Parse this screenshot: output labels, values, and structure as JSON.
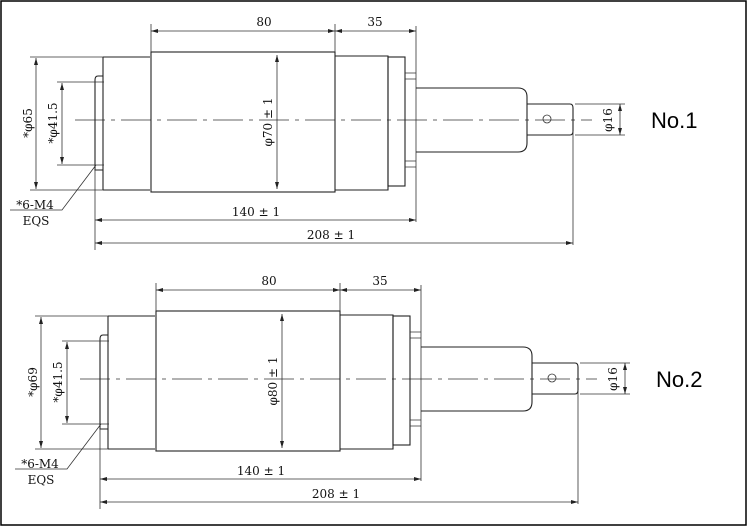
{
  "figures": [
    {
      "id": "no1",
      "label": "No.1",
      "dim_body_length": "80",
      "dim_right_length": "35",
      "dim_body_diameter": "φ70 ± 1",
      "dim_flange_outer": "*φ65",
      "dim_flange_inner": "*φ41.5",
      "dim_shaft_diameter": "φ16",
      "dim_length_short": "140 ± 1",
      "dim_length_total": "208 ± 1",
      "note_line1": "*6-M4",
      "note_line2": "EQS"
    },
    {
      "id": "no2",
      "label": "No.2",
      "dim_body_length": "80",
      "dim_right_length": "35",
      "dim_body_diameter": "φ80 ± 1",
      "dim_flange_outer": "*φ69",
      "dim_flange_inner": "*φ41.5",
      "dim_shaft_diameter": "φ16",
      "dim_length_short": "140 ± 1",
      "dim_length_total": "208 ± 1",
      "note_line1": "*6-M4",
      "note_line2": "EQS"
    }
  ]
}
